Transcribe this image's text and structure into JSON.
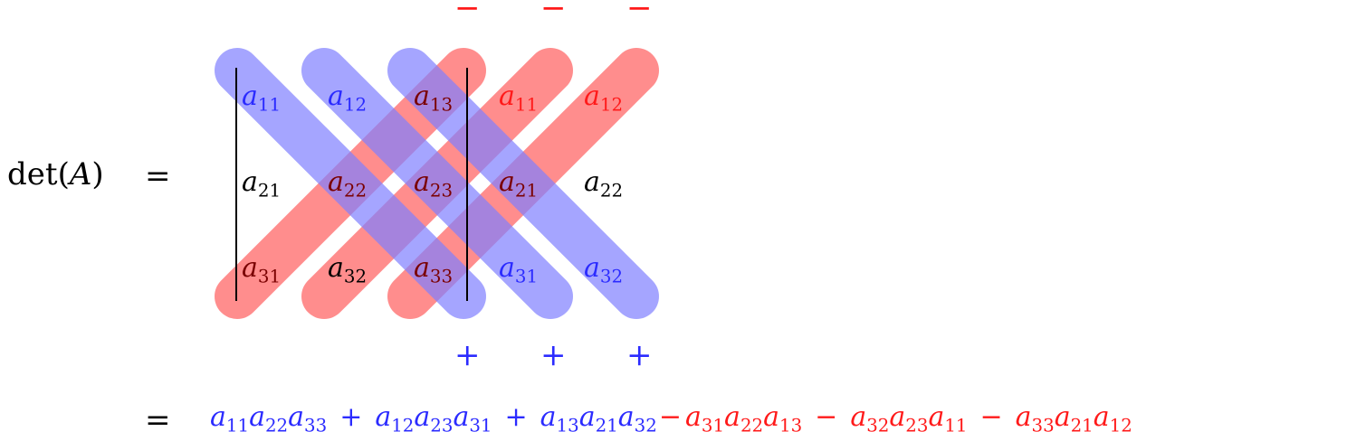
{
  "colors": {
    "positive": "#2b2bff",
    "negative": "#ff1a1a",
    "positive_band": "#8080ff",
    "negative_band": "#ff7a7a",
    "text": "#000000"
  },
  "lhs": {
    "func": "det",
    "arg": "A",
    "equals": "="
  },
  "second_equals": "=",
  "cells": [
    {
      "base": "a",
      "sub": "11",
      "color": "#2b2bff"
    },
    {
      "base": "a",
      "sub": "12",
      "color": "#2b2bff"
    },
    {
      "base": "a",
      "sub": "13",
      "color": "#7a0000"
    },
    {
      "base": "a",
      "sub": "11",
      "color": "#ff1a1a"
    },
    {
      "base": "a",
      "sub": "12",
      "color": "#ff1a1a"
    },
    {
      "base": "a",
      "sub": "21",
      "color": "#000000"
    },
    {
      "base": "a",
      "sub": "22",
      "color": "#7a0000"
    },
    {
      "base": "a",
      "sub": "23",
      "color": "#7a0000"
    },
    {
      "base": "a",
      "sub": "21",
      "color": "#7a0000"
    },
    {
      "base": "a",
      "sub": "22",
      "color": "#000000"
    },
    {
      "base": "a",
      "sub": "31",
      "color": "#7a0000"
    },
    {
      "base": "a",
      "sub": "32",
      "color": "#000000"
    },
    {
      "base": "a",
      "sub": "33",
      "color": "#7a0000"
    },
    {
      "base": "a",
      "sub": "31",
      "color": "#2b2bff"
    },
    {
      "base": "a",
      "sub": "32",
      "color": "#2b2bff"
    }
  ],
  "minus_signs": [
    "−",
    "−",
    "−"
  ],
  "plus_signs": [
    "+",
    "+",
    "+"
  ],
  "formula": [
    {
      "kind": "term",
      "text": "a11a22a33",
      "color": "#2b2bff"
    },
    {
      "kind": "op",
      "text": "+",
      "color": "#2b2bff"
    },
    {
      "kind": "term",
      "text": "a12a23a31",
      "color": "#2b2bff"
    },
    {
      "kind": "op",
      "text": "+",
      "color": "#2b2bff"
    },
    {
      "kind": "term",
      "text": "a13a21a32",
      "color": "#2b2bff"
    },
    {
      "kind": "op",
      "text": "−",
      "color": "#ff1a1a",
      "tight": true
    },
    {
      "kind": "term",
      "text": "a31a22a13",
      "color": "#ff1a1a"
    },
    {
      "kind": "op",
      "text": "−",
      "color": "#ff1a1a"
    },
    {
      "kind": "term",
      "text": "a32a23a11",
      "color": "#ff1a1a"
    },
    {
      "kind": "op",
      "text": "−",
      "color": "#ff1a1a"
    },
    {
      "kind": "term",
      "text": "a33a21a12",
      "color": "#ff1a1a"
    }
  ]
}
